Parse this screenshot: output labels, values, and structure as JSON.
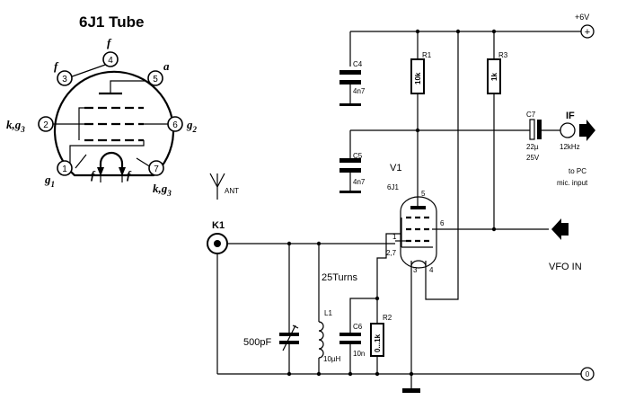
{
  "tube_title": "6J1 Tube",
  "pinout": {
    "pins": [
      "1",
      "2",
      "3",
      "4",
      "5",
      "6",
      "7"
    ],
    "labels": {
      "top_f": "f",
      "left_f": "f",
      "top_a": "a",
      "k_g3_left": "k,g",
      "k_g3_left_sub": "3",
      "g2": "g",
      "g2_sub": "2",
      "g1": "g",
      "g1_sub": "1",
      "k_g3_right": "k,g",
      "k_g3_right_sub": "3",
      "heater_f1": "f",
      "heater_f2": "f"
    }
  },
  "supply": {
    "label": "+6V"
  },
  "ground": {
    "label": "0"
  },
  "components": {
    "C4": {
      "name": "C4",
      "value": "4n7"
    },
    "C5": {
      "name": "C5",
      "value": "4n7"
    },
    "R1": {
      "name": "R1",
      "value": "10k"
    },
    "R3": {
      "name": "R3",
      "value": "1k"
    },
    "C7": {
      "name": "C7",
      "value1": "22µ",
      "value2": "25V"
    },
    "V1": {
      "name": "V1",
      "type": "6J1"
    },
    "K1": {
      "name": "K1"
    },
    "L1": {
      "name": "L1",
      "value": "10µH",
      "turns": "25Turns"
    },
    "C6": {
      "name": "C6",
      "value": "10n"
    },
    "R2": {
      "name": "R2",
      "value": "0...1k"
    },
    "trimmer": {
      "value": "500pF"
    }
  },
  "tube_pins": {
    "p1": "1",
    "p27": "2,7",
    "p3": "3",
    "p4": "4",
    "p5": "5",
    "p6": "6"
  },
  "antenna": {
    "label": "ANT"
  },
  "output": {
    "label": "IF",
    "freq": "12kHz",
    "note1": "to PC",
    "note2": "mic. input"
  },
  "vfo": {
    "label": "VFO IN"
  }
}
